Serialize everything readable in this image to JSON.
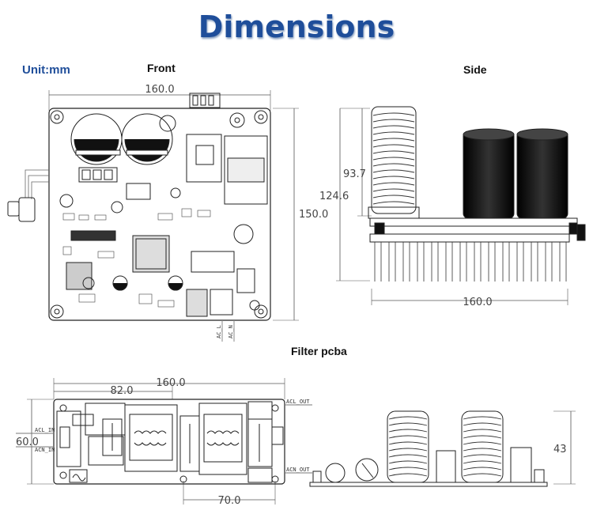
{
  "title": "Dimensions",
  "unit": "Unit:mm",
  "views": {
    "front": {
      "label": "Front",
      "width": "160.0",
      "height": "150.0"
    },
    "side": {
      "label": "Side",
      "inductor_height": "93.7",
      "total_height": "124.6",
      "width": "160.0"
    },
    "filter": {
      "label": "Filter pcba",
      "width_total": "160.0",
      "width_partial": "82.0",
      "height": "60.0",
      "hole_spacing": "70.0",
      "side_height": "43",
      "wires": {
        "acl_in": "ACL_IN",
        "acn_in": "ACN_IN",
        "acl_out": "ACL_OUT",
        "acn_out": "ACN_OUT",
        "ac_l": "AC_L",
        "ac_n": "AC_N"
      }
    }
  }
}
